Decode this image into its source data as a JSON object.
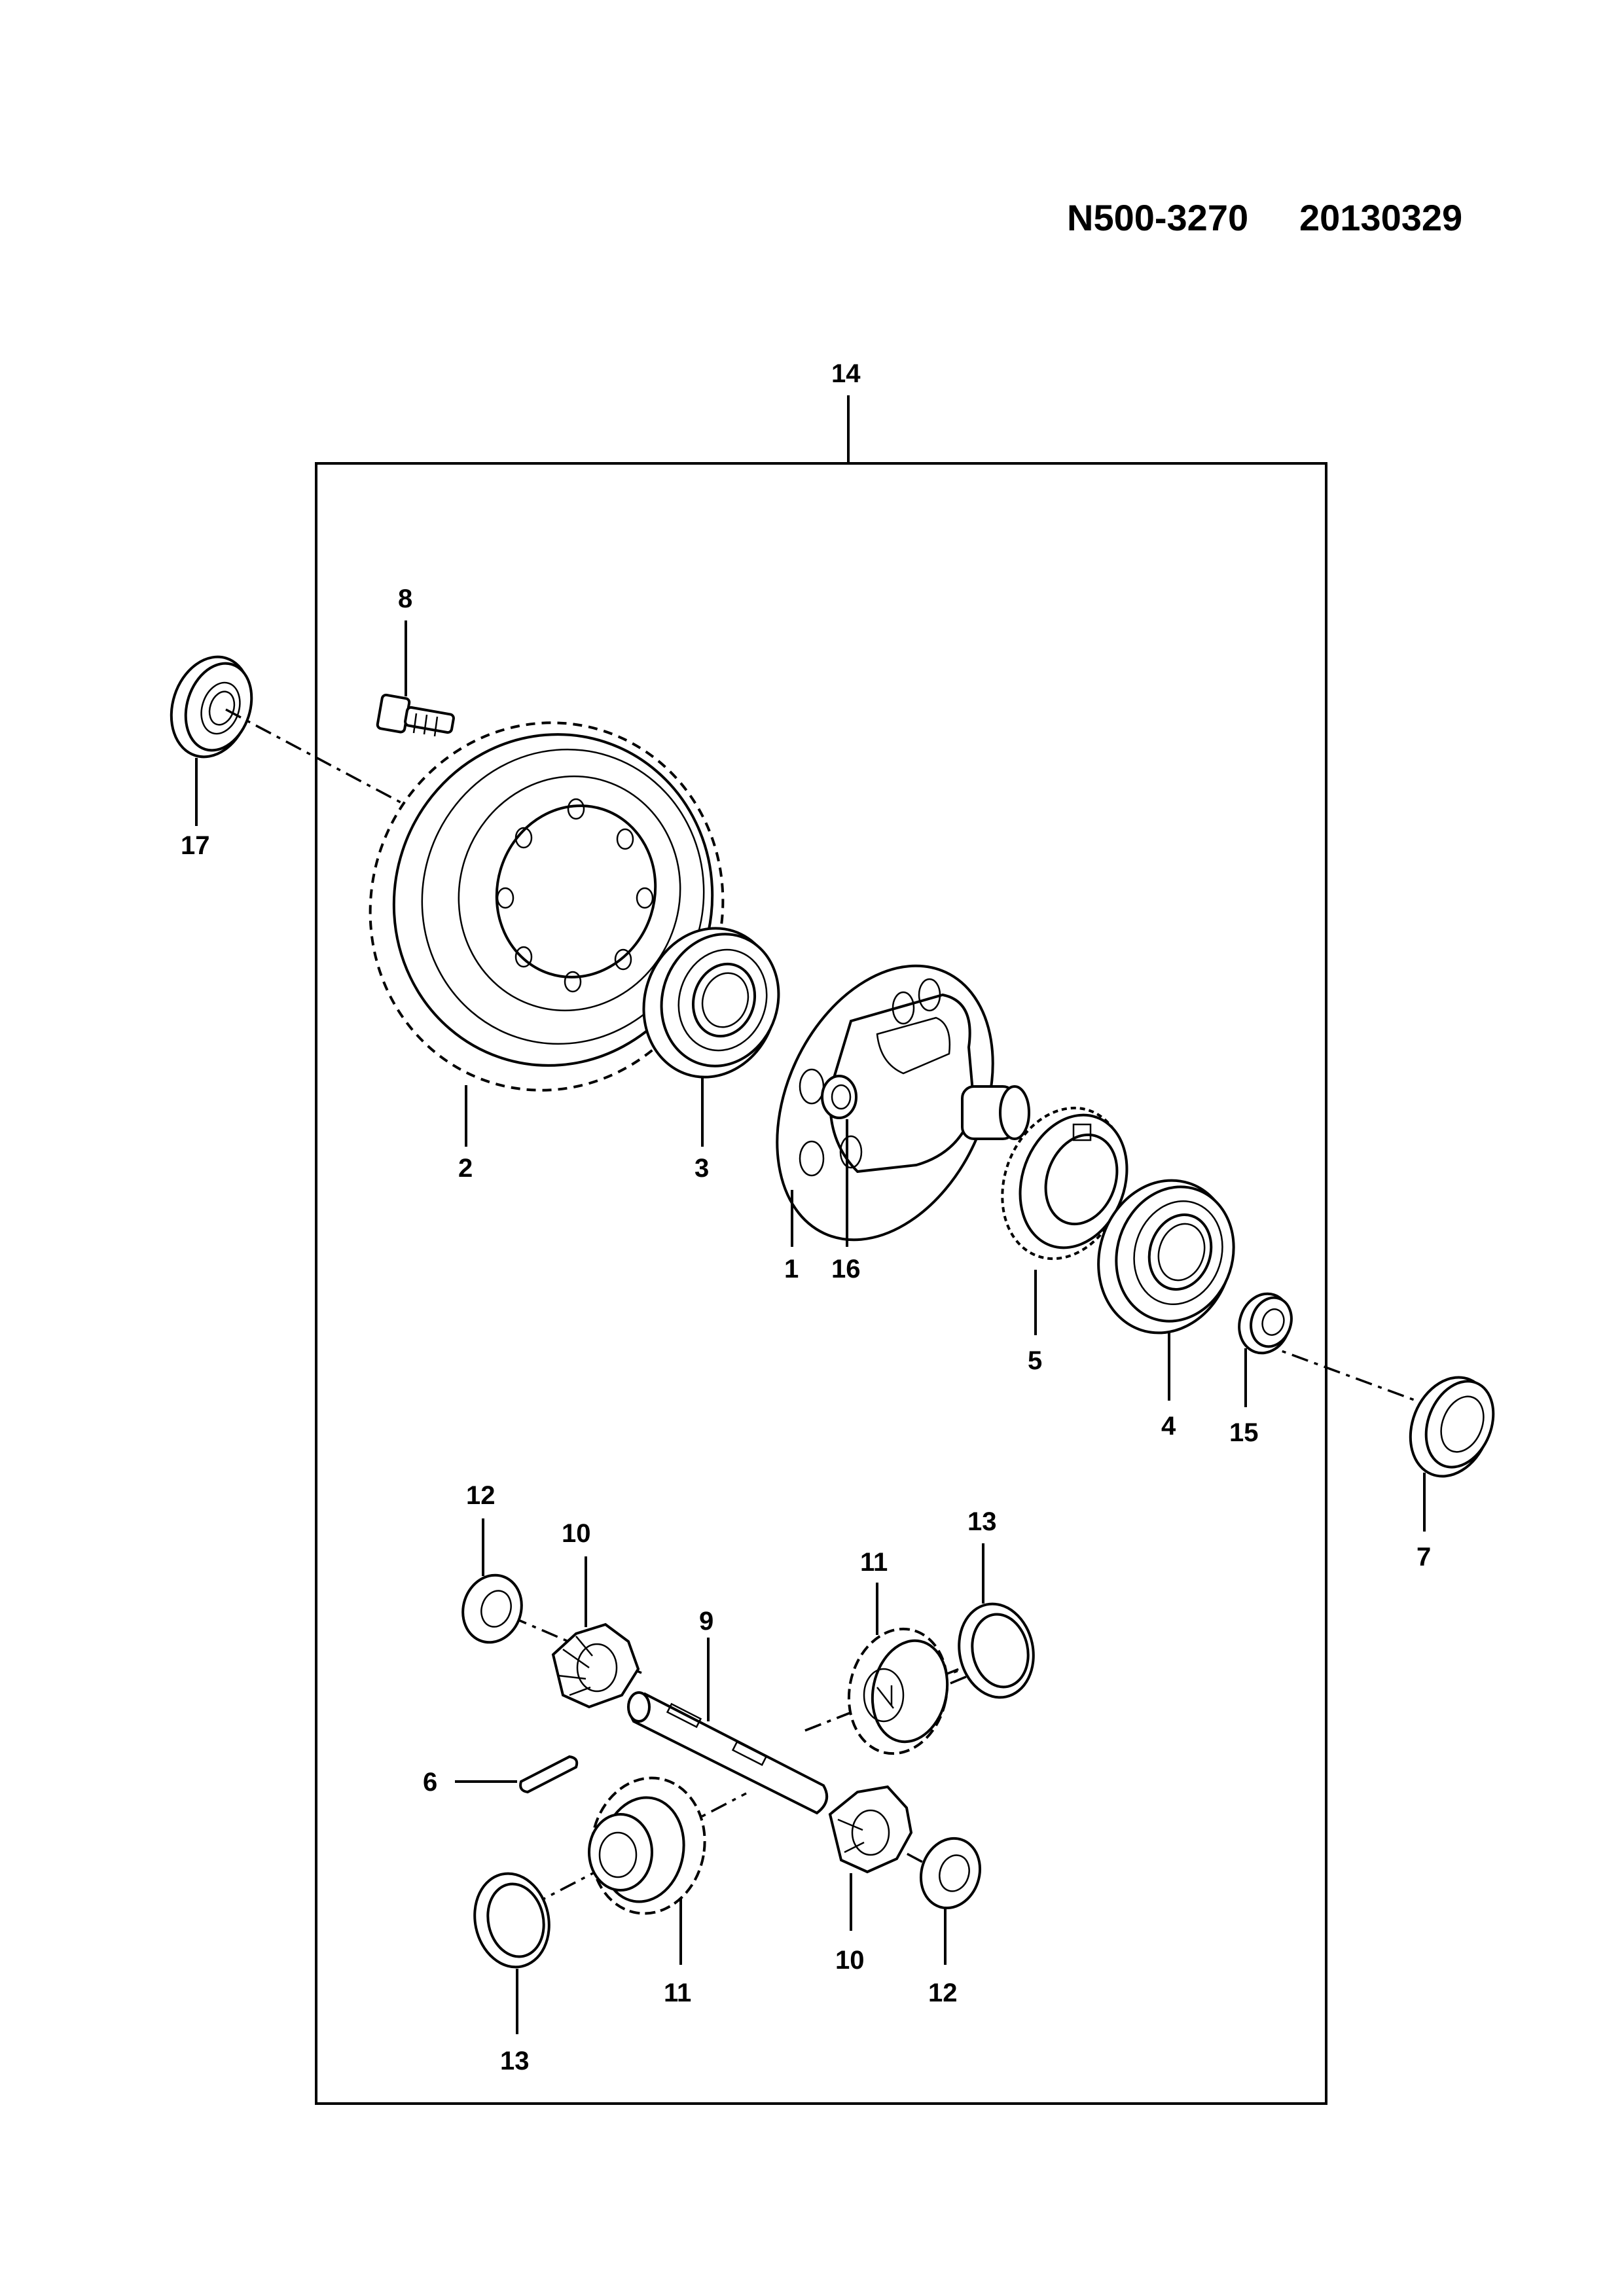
{
  "header": {
    "drawing_number": "N500-3270",
    "date_code": "20130329"
  },
  "callouts": {
    "c14": "14",
    "c8": "8",
    "c17": "17",
    "c2": "2",
    "c3": "3",
    "c1": "1",
    "c16": "16",
    "c5": "5",
    "c4": "4",
    "c15": "15",
    "c7": "7",
    "c12a": "12",
    "c10a": "10",
    "c9": "9",
    "c11a": "11",
    "c13a": "13",
    "c6": "6",
    "c11b": "11",
    "c10b": "10",
    "c12b": "12",
    "c13b": "13"
  }
}
